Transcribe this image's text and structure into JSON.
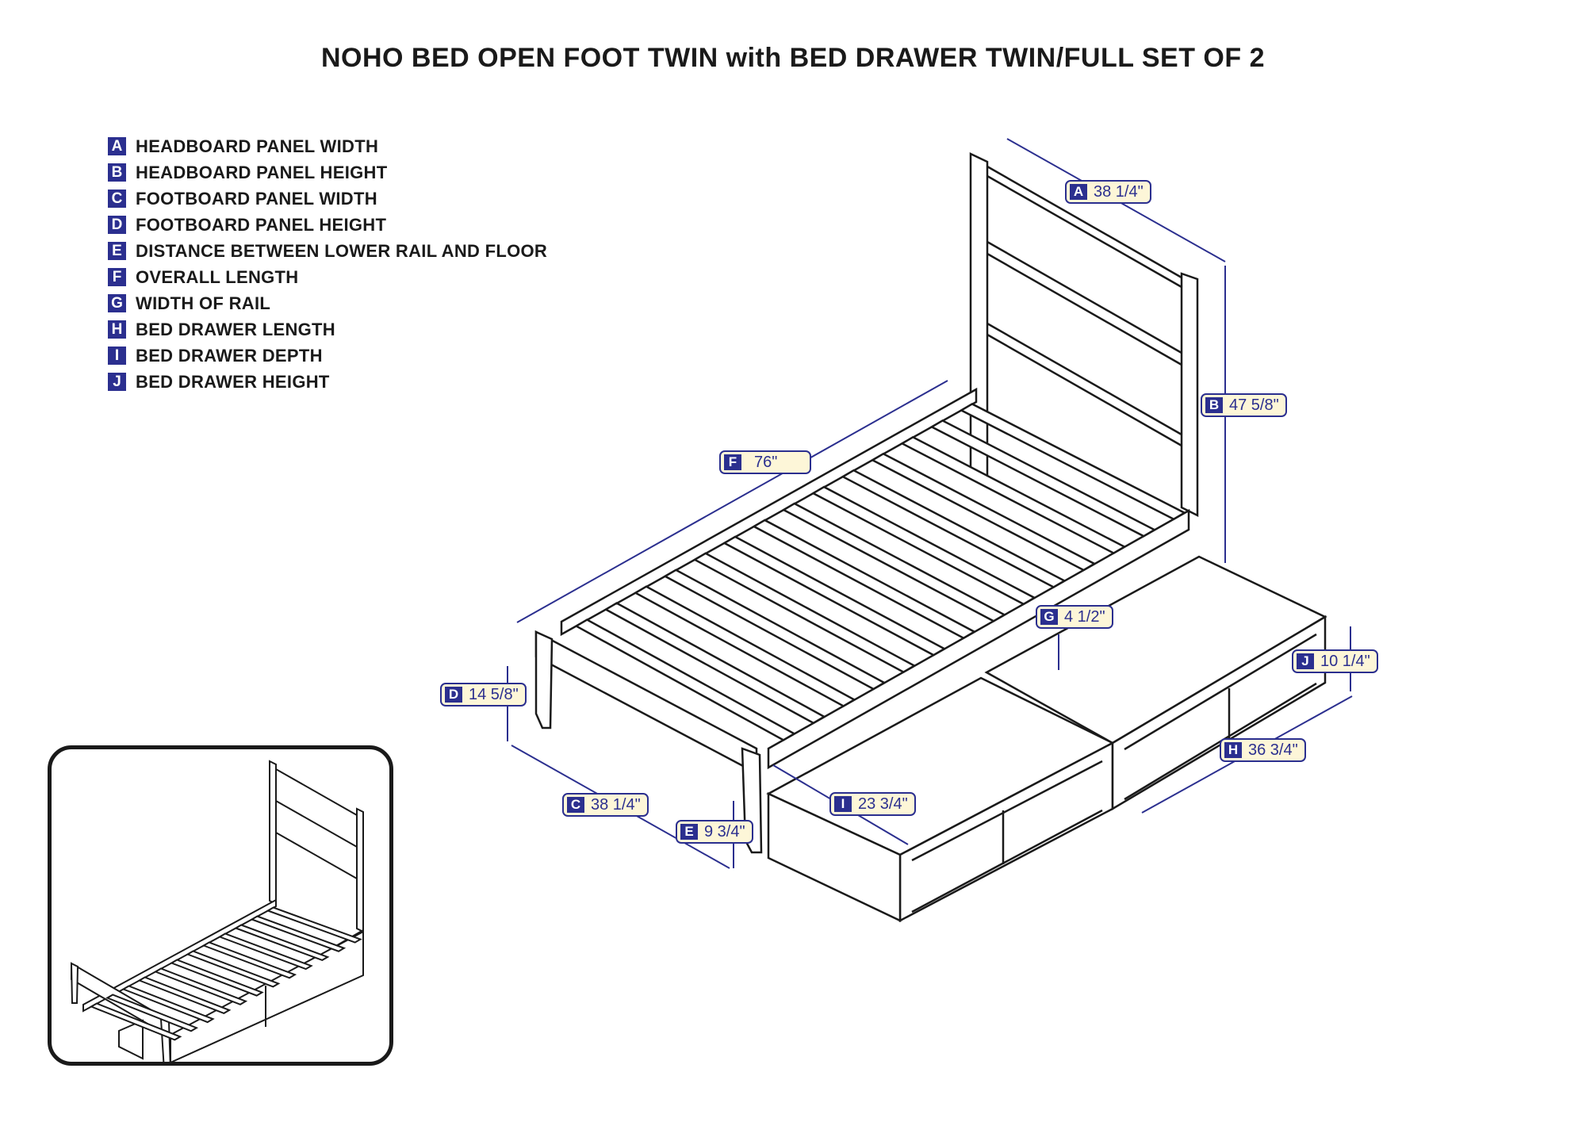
{
  "title": "NOHO BED OPEN FOOT TWIN with BED DRAWER TWIN/FULL SET OF 2",
  "legend": [
    {
      "key": "A",
      "label": "HEADBOARD PANEL WIDTH"
    },
    {
      "key": "B",
      "label": "HEADBOARD PANEL HEIGHT"
    },
    {
      "key": "C",
      "label": "FOOTBOARD PANEL WIDTH"
    },
    {
      "key": "D",
      "label": "FOOTBOARD PANEL HEIGHT"
    },
    {
      "key": "E",
      "label": "DISTANCE BETWEEN LOWER RAIL AND FLOOR"
    },
    {
      "key": "F",
      "label": "OVERALL LENGTH"
    },
    {
      "key": "G",
      "label": "WIDTH OF RAIL"
    },
    {
      "key": "H",
      "label": "BED DRAWER LENGTH"
    },
    {
      "key": "I",
      "label": "BED DRAWER DEPTH"
    },
    {
      "key": "J",
      "label": "BED DRAWER HEIGHT"
    }
  ],
  "dimensions": {
    "A": {
      "key": "A",
      "value": "38 1/4\""
    },
    "B": {
      "key": "B",
      "value": "47 5/8\""
    },
    "C": {
      "key": "C",
      "value": "38 1/4\""
    },
    "D": {
      "key": "D",
      "value": "14 5/8\""
    },
    "E": {
      "key": "E",
      "value": "9 3/4\""
    },
    "F": {
      "key": "F",
      "value": "76\""
    },
    "G": {
      "key": "G",
      "value": "4 1/2\""
    },
    "H": {
      "key": "H",
      "value": "36 3/4\""
    },
    "I": {
      "key": "I",
      "value": "23 3/4\""
    },
    "J": {
      "key": "J",
      "value": "10 1/4\""
    }
  },
  "colors": {
    "accent": "#2b2f8f",
    "callout_bg": "#fdf6d8",
    "line": "#1a1a1a"
  }
}
